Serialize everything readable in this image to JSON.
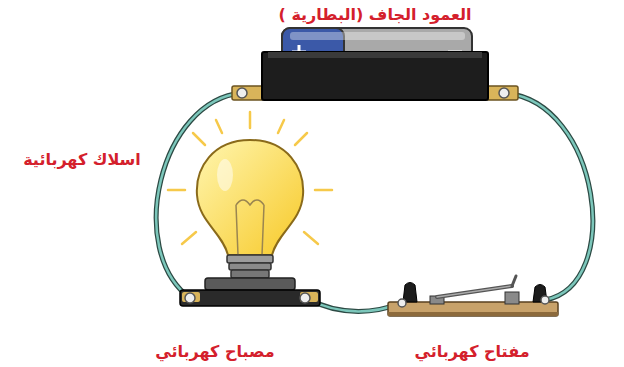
{
  "diagram": {
    "labels": [
      "العمود الجاف (البطارية )",
      "اسلاك كهربائية",
      "مصباح كهربائي",
      "مفتاح كهربائي"
    ]
  }
}
